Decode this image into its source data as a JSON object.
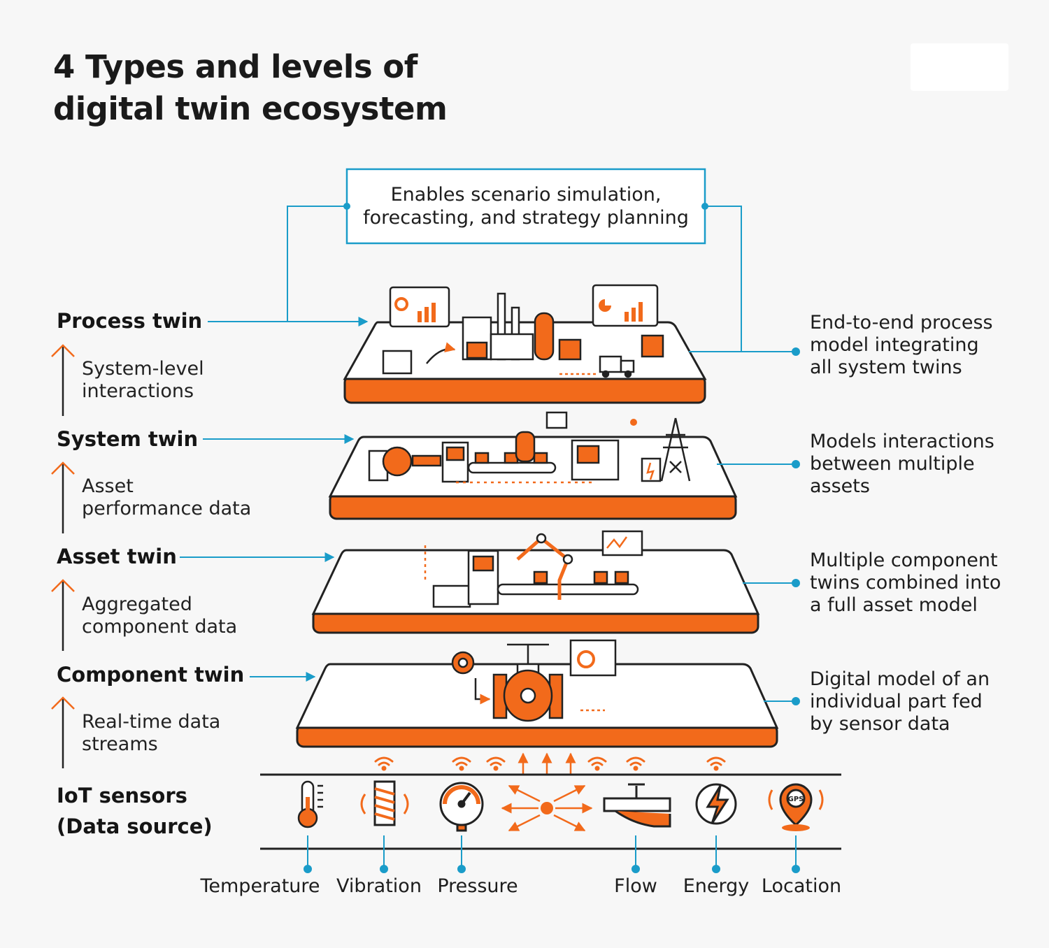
{
  "title": {
    "line1": "4 Types and levels of",
    "line2": "digital twin ecosystem"
  },
  "top_box": {
    "line1": "Enables scenario simulation,",
    "line2": "forecasting, and strategy planning"
  },
  "levels": {
    "process": {
      "label": "Process twin",
      "desc": [
        "End-to-end process",
        "model integrating",
        "all system twins"
      ]
    },
    "system": {
      "label": "System twin",
      "desc": [
        "Models interactions",
        "between multiple",
        "assets"
      ]
    },
    "asset": {
      "label": "Asset twin",
      "desc": [
        "Multiple component",
        "twins combined into",
        "a full asset model"
      ]
    },
    "component": {
      "label": "Component twin",
      "desc": [
        "Digital model of an",
        "individual part fed",
        "by sensor data"
      ]
    },
    "iot": {
      "label_line1": "IoT sensors",
      "label_line2": "(Data source)"
    }
  },
  "flows": {
    "system_level": [
      "System-level",
      "interactions"
    ],
    "asset_performance": [
      "Asset",
      "performance data"
    ],
    "aggregated": [
      "Aggregated",
      "component data"
    ],
    "realtime": [
      "Real-time data",
      "streams"
    ]
  },
  "sensors": [
    "Temperature",
    "Vibration",
    "Pressure",
    "Flow",
    "Energy",
    "Location"
  ],
  "icons": {
    "temperature": "thermometer-icon",
    "vibration": "spring-icon",
    "pressure": "gauge-icon",
    "flow": "pipe-valve-icon",
    "energy": "lightning-icon",
    "location": "gps-pin-icon"
  },
  "gps_badge": "GPS",
  "colors": {
    "accent": "#f26a1b",
    "line": "#1a9cc9",
    "dark": "#222222",
    "background": "#f7f7f7"
  }
}
